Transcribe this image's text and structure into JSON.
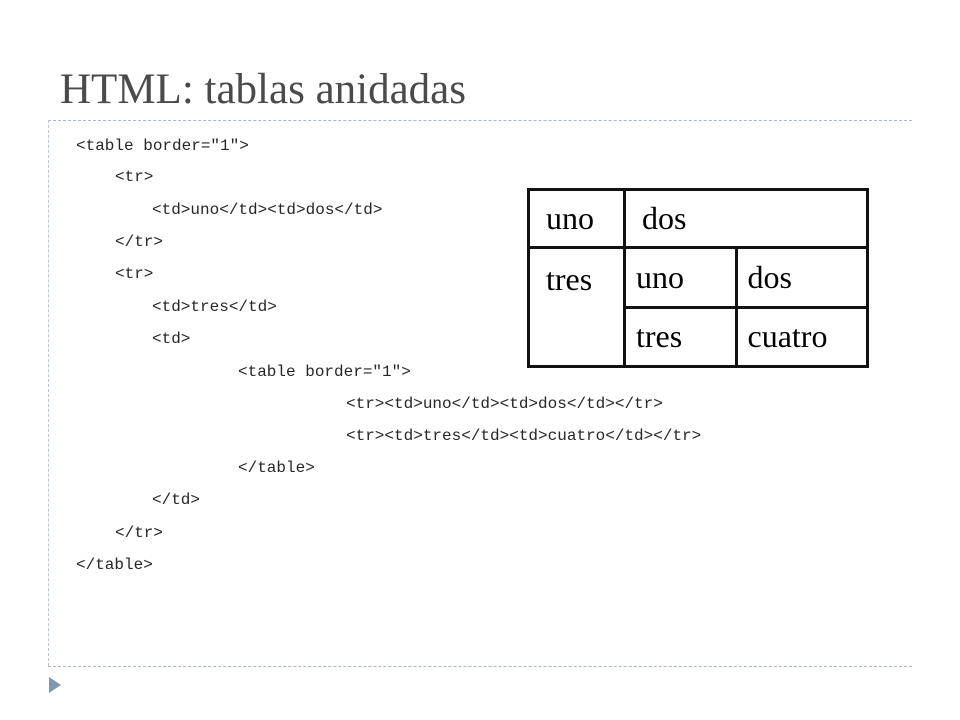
{
  "slide": {
    "title": "HTML: tablas anidadas"
  },
  "code": [
    "<table border=\"1\">",
    "<tr>",
    "<td>uno</td><td>dos</td>",
    "</tr>",
    "<tr>",
    "<td>tres</td>",
    "<td>",
    "<table border=\"1\">",
    "<tr><td>uno</td><td>dos</td></tr>",
    "<tr><td>tres</td><td>cuatro</td></tr>",
    "</table>",
    "</td>",
    "</tr>",
    "</table>"
  ],
  "rendered_table": {
    "row1": [
      "uno",
      "dos"
    ],
    "row2_label": "tres",
    "inner": [
      [
        "uno",
        "dos"
      ],
      [
        "tres",
        "cuatro"
      ]
    ]
  },
  "icons": {
    "bullet": "triangle-bullet-icon"
  },
  "colors": {
    "title": "#4a4a4a",
    "divider": "#a9b8c9",
    "bullet": "#7f97b0",
    "code": "#262626"
  }
}
